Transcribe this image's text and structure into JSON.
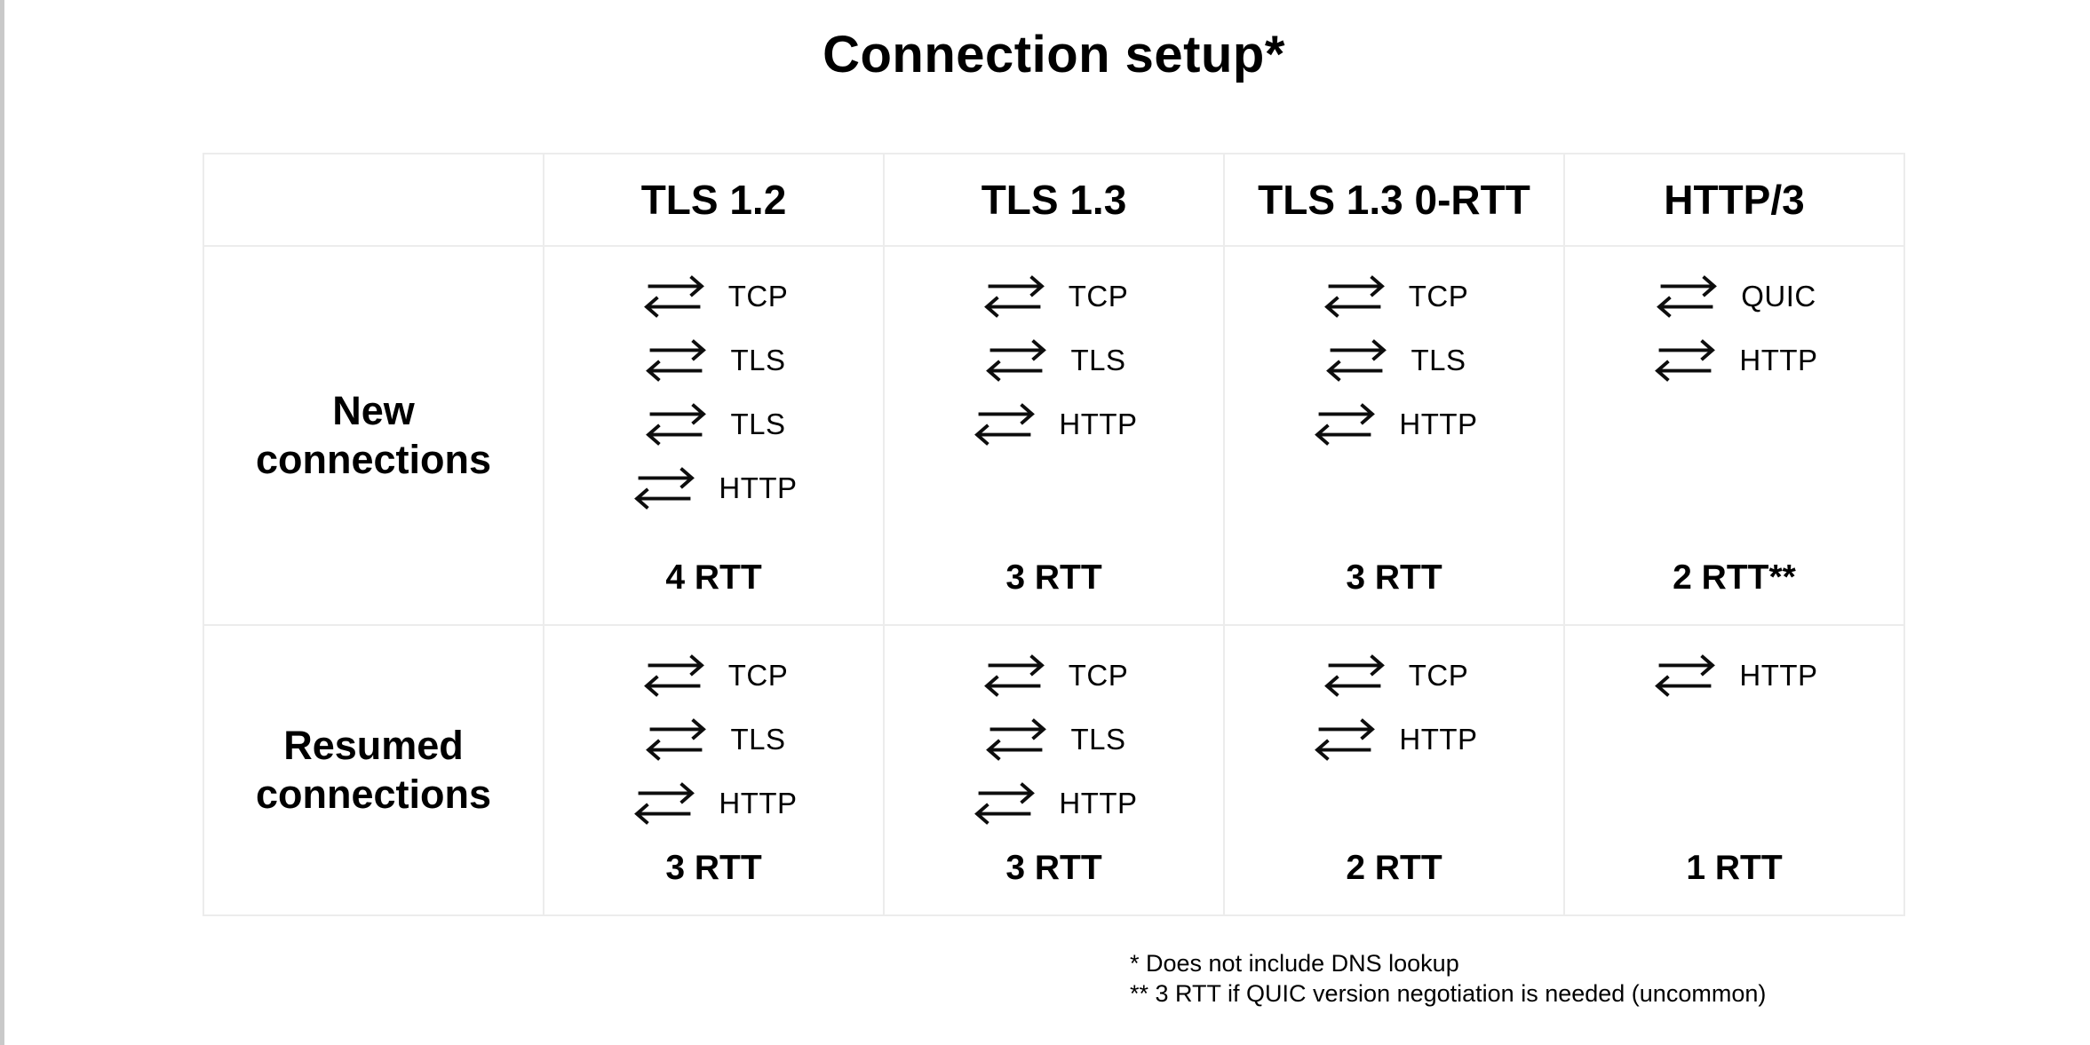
{
  "title": "Connection setup*",
  "colors": {
    "background": "#ffffff",
    "text": "#000000",
    "table_border": "#ececec",
    "page_edge": "#c9c9c9"
  },
  "icons": {
    "round_trip": "round-trip-arrows-icon"
  },
  "table": {
    "column_headers": [
      "",
      "TLS 1.2",
      "TLS 1.3",
      "TLS 1.3 0-RTT",
      "HTTP/3"
    ],
    "rows": [
      {
        "label": "New connections",
        "cells": [
          {
            "steps": [
              "TCP",
              "TLS",
              "TLS",
              "HTTP"
            ],
            "rtt": "4 RTT"
          },
          {
            "steps": [
              "TCP",
              "TLS",
              "HTTP"
            ],
            "rtt": "3 RTT"
          },
          {
            "steps": [
              "TCP",
              "TLS",
              "HTTP"
            ],
            "rtt": "3 RTT"
          },
          {
            "steps": [
              "QUIC",
              "HTTP"
            ],
            "rtt": "2 RTT**"
          }
        ]
      },
      {
        "label": "Resumed connections",
        "cells": [
          {
            "steps": [
              "TCP",
              "TLS",
              "HTTP"
            ],
            "rtt": "3 RTT"
          },
          {
            "steps": [
              "TCP",
              "TLS",
              "HTTP"
            ],
            "rtt": "3 RTT"
          },
          {
            "steps": [
              "TCP",
              "HTTP"
            ],
            "rtt": "2 RTT"
          },
          {
            "steps": [
              "HTTP"
            ],
            "rtt": "1 RTT"
          }
        ]
      }
    ]
  },
  "footnotes": [
    "* Does not include DNS lookup",
    "** 3 RTT if QUIC version negotiation is needed (uncommon)"
  ]
}
